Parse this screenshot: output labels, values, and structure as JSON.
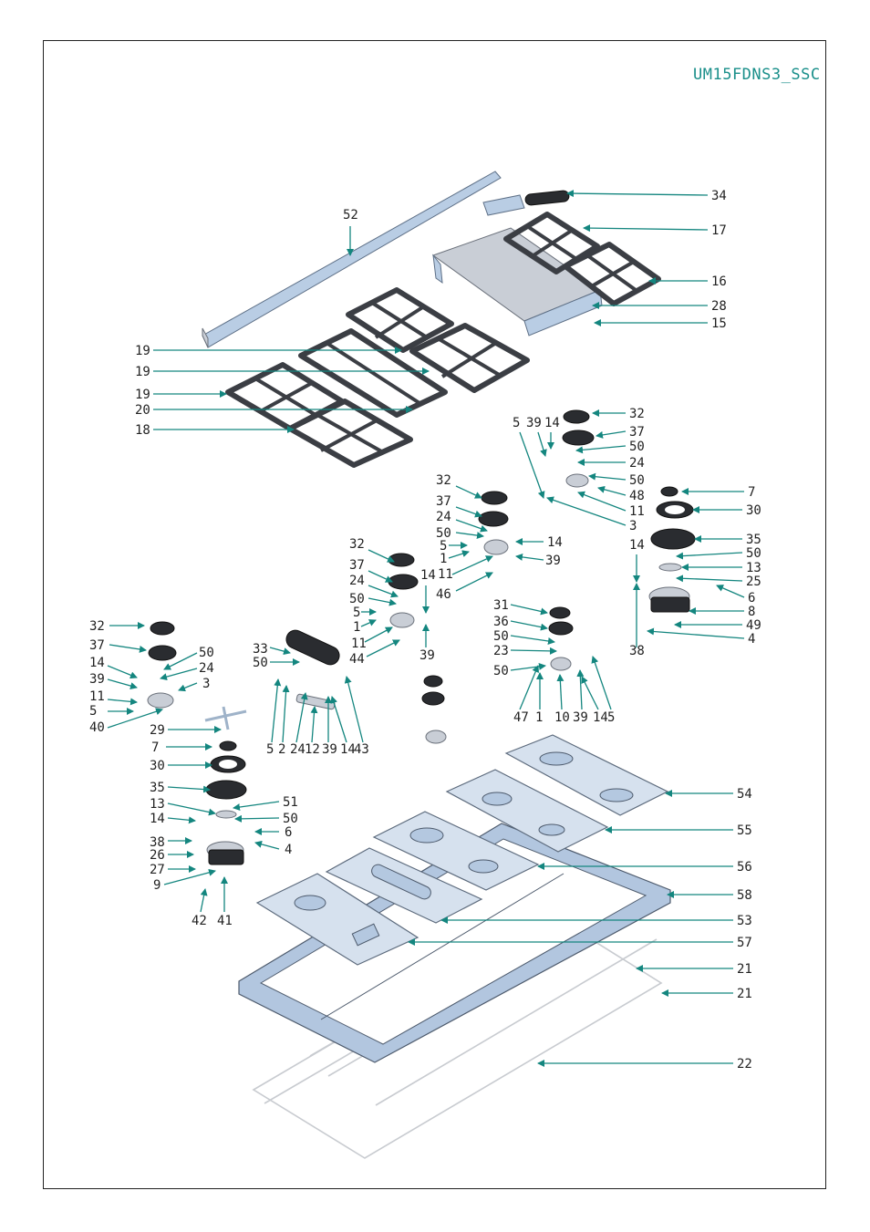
{
  "model_code": "UM15FDNS3_SSC",
  "colors": {
    "leader": "#14867f",
    "label": "#222222",
    "model": "#1a8f8a"
  },
  "callouts": [
    {
      "id": "c1",
      "text": "34"
    },
    {
      "id": "c2",
      "text": "17"
    },
    {
      "id": "c3",
      "text": "16"
    },
    {
      "id": "c4",
      "text": "28"
    },
    {
      "id": "c5",
      "text": "15"
    },
    {
      "id": "c6",
      "text": "52"
    },
    {
      "id": "c7",
      "text": "19"
    },
    {
      "id": "c8",
      "text": "19"
    },
    {
      "id": "c9",
      "text": "19"
    },
    {
      "id": "c10",
      "text": "20"
    },
    {
      "id": "c11",
      "text": "18"
    },
    {
      "id": "c12",
      "text": "5"
    },
    {
      "id": "c13",
      "text": "39"
    },
    {
      "id": "c14",
      "text": "14"
    },
    {
      "id": "c15",
      "text": "32"
    },
    {
      "id": "c16",
      "text": "37"
    },
    {
      "id": "c17",
      "text": "50"
    },
    {
      "id": "c18",
      "text": "24"
    },
    {
      "id": "c19",
      "text": "50"
    },
    {
      "id": "c20",
      "text": "48"
    },
    {
      "id": "c21",
      "text": "11"
    },
    {
      "id": "c22",
      "text": "3"
    },
    {
      "id": "c23",
      "text": "7"
    },
    {
      "id": "c24",
      "text": "30"
    },
    {
      "id": "c25",
      "text": "35"
    },
    {
      "id": "c26",
      "text": "14"
    },
    {
      "id": "c27",
      "text": "50"
    },
    {
      "id": "c28",
      "text": "13"
    },
    {
      "id": "c29",
      "text": "25"
    },
    {
      "id": "c30",
      "text": "6"
    },
    {
      "id": "c31",
      "text": "8"
    },
    {
      "id": "c32",
      "text": "49"
    },
    {
      "id": "c33",
      "text": "4"
    },
    {
      "id": "c34",
      "text": "38"
    },
    {
      "id": "c35",
      "text": "32"
    },
    {
      "id": "c36",
      "text": "37"
    },
    {
      "id": "c37",
      "text": "24"
    },
    {
      "id": "c38",
      "text": "50"
    },
    {
      "id": "c39",
      "text": "5"
    },
    {
      "id": "c40",
      "text": "1"
    },
    {
      "id": "c41",
      "text": "11"
    },
    {
      "id": "c42",
      "text": "46"
    },
    {
      "id": "c43",
      "text": "14"
    },
    {
      "id": "c44",
      "text": "39"
    },
    {
      "id": "c45",
      "text": "32"
    },
    {
      "id": "c46",
      "text": "37"
    },
    {
      "id": "c47",
      "text": "24"
    },
    {
      "id": "c48",
      "text": "50"
    },
    {
      "id": "c49",
      "text": "5"
    },
    {
      "id": "c50",
      "text": "1"
    },
    {
      "id": "c51",
      "text": "11"
    },
    {
      "id": "c52",
      "text": "44"
    },
    {
      "id": "c53",
      "text": "14"
    },
    {
      "id": "c54",
      "text": "39"
    },
    {
      "id": "c55",
      "text": "31"
    },
    {
      "id": "c56",
      "text": "36"
    },
    {
      "id": "c57",
      "text": "50"
    },
    {
      "id": "c58",
      "text": "23"
    },
    {
      "id": "c59",
      "text": "50"
    },
    {
      "id": "c60",
      "text": "47"
    },
    {
      "id": "c61",
      "text": "1"
    },
    {
      "id": "c62",
      "text": "10"
    },
    {
      "id": "c63",
      "text": "39"
    },
    {
      "id": "c64",
      "text": "14"
    },
    {
      "id": "c65",
      "text": "5"
    },
    {
      "id": "c66",
      "text": "33"
    },
    {
      "id": "c67",
      "text": "50"
    },
    {
      "id": "c68",
      "text": "5"
    },
    {
      "id": "c69",
      "text": "2"
    },
    {
      "id": "c70",
      "text": "24"
    },
    {
      "id": "c71",
      "text": "12"
    },
    {
      "id": "c72",
      "text": "39"
    },
    {
      "id": "c73",
      "text": "14"
    },
    {
      "id": "c74",
      "text": "43"
    },
    {
      "id": "c75",
      "text": "32"
    },
    {
      "id": "c76",
      "text": "37"
    },
    {
      "id": "c77",
      "text": "14"
    },
    {
      "id": "c78",
      "text": "39"
    },
    {
      "id": "c79",
      "text": "11"
    },
    {
      "id": "c80",
      "text": "5"
    },
    {
      "id": "c81",
      "text": "40"
    },
    {
      "id": "c82",
      "text": "50"
    },
    {
      "id": "c83",
      "text": "24"
    },
    {
      "id": "c84",
      "text": "3"
    },
    {
      "id": "c85",
      "text": "29"
    },
    {
      "id": "c86",
      "text": "7"
    },
    {
      "id": "c87",
      "text": "30"
    },
    {
      "id": "c88",
      "text": "35"
    },
    {
      "id": "c89",
      "text": "13"
    },
    {
      "id": "c90",
      "text": "14"
    },
    {
      "id": "c91",
      "text": "38"
    },
    {
      "id": "c92",
      "text": "26"
    },
    {
      "id": "c93",
      "text": "27"
    },
    {
      "id": "c94",
      "text": "9"
    },
    {
      "id": "c95",
      "text": "51"
    },
    {
      "id": "c96",
      "text": "50"
    },
    {
      "id": "c97",
      "text": "6"
    },
    {
      "id": "c98",
      "text": "4"
    },
    {
      "id": "c99",
      "text": "42"
    },
    {
      "id": "c100",
      "text": "41"
    },
    {
      "id": "c101",
      "text": "54"
    },
    {
      "id": "c102",
      "text": "55"
    },
    {
      "id": "c103",
      "text": "56"
    },
    {
      "id": "c104",
      "text": "58"
    },
    {
      "id": "c105",
      "text": "53"
    },
    {
      "id": "c106",
      "text": "57"
    },
    {
      "id": "c107",
      "text": "21"
    },
    {
      "id": "c108",
      "text": "21"
    },
    {
      "id": "c109",
      "text": "22"
    }
  ]
}
